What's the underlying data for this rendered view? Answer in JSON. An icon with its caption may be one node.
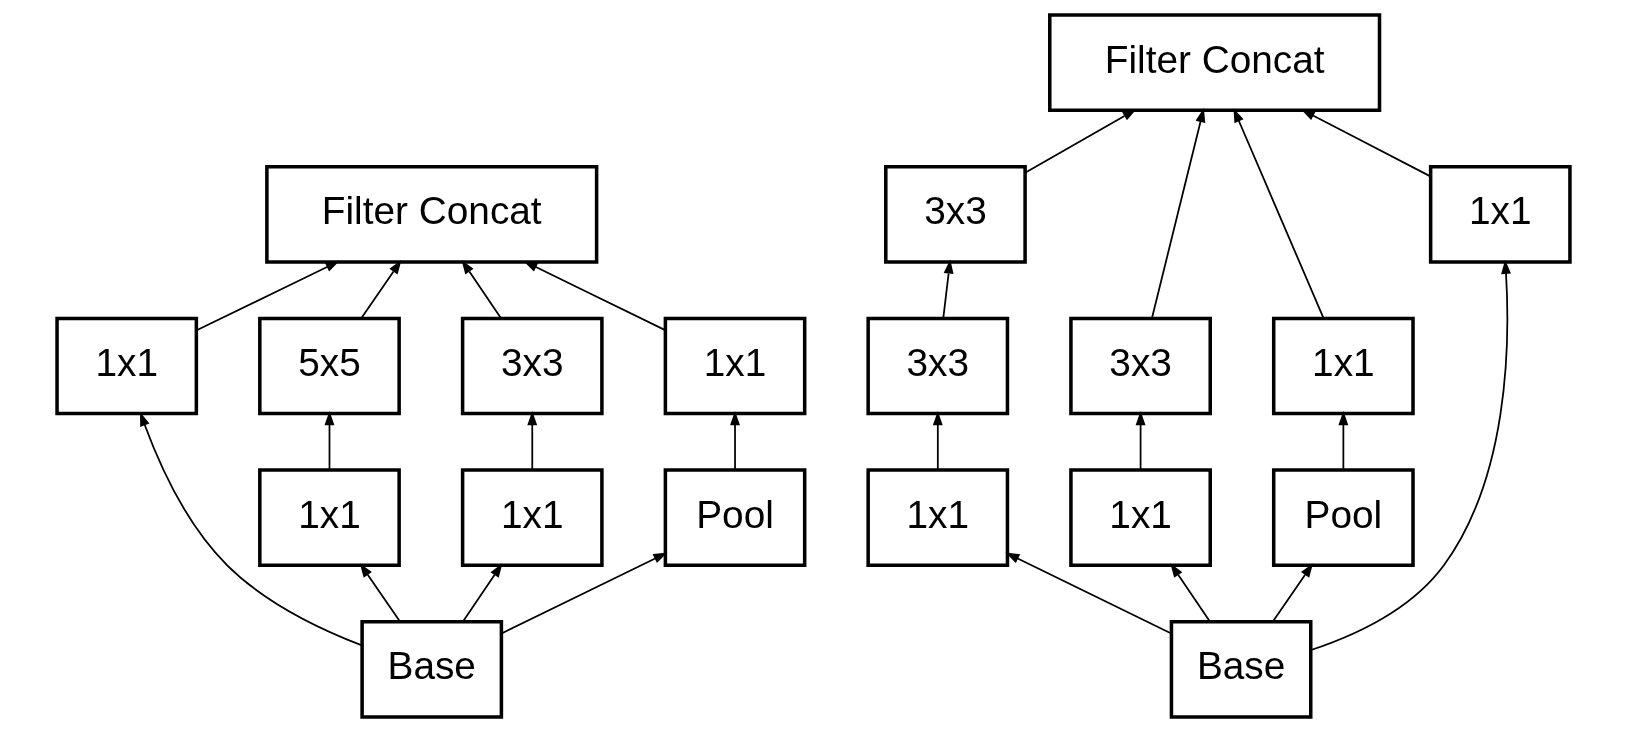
{
  "diagram": {
    "nodes": [
      {
        "text": [
          "Filter Concat"
        ]
      },
      {
        "text": [
          "5x5"
        ]
      },
      {
        "text": [
          "3x3"
        ]
      },
      {
        "text": [
          "1x1"
        ]
      },
      {
        "text": [
          "1x1"
        ]
      },
      {
        "text": [
          "1x1"
        ]
      },
      {
        "text": [
          "1x1"
        ]
      },
      {
        "text": [
          "Pool"
        ]
      },
      {
        "text": [
          "Base"
        ]
      },
      {
        "text": [
          "Filter Concat"
        ]
      },
      {
        "text": [
          "3x3"
        ]
      },
      {
        "text": [
          "3x3"
        ]
      },
      {
        "text": [
          "3x3"
        ]
      },
      {
        "text": [
          "1x1"
        ]
      },
      {
        "text": [
          "1x1"
        ]
      },
      {
        "text": [
          "1x1"
        ]
      },
      {
        "text": [
          "Pool"
        ]
      },
      {
        "text": [
          "1x1"
        ]
      },
      {
        "text": [
          "Base"
        ]
      }
    ],
    "edges": [
      {
        "from": 8,
        "to": 5,
        "arrow": "to"
      },
      {
        "from": 8,
        "to": 6,
        "arrow": "to"
      },
      {
        "from": 8,
        "to": 7,
        "arrow": "to"
      },
      {
        "from": 8,
        "to": 4,
        "arrow": "to"
      },
      {
        "from": 5,
        "to": 1,
        "arrow": "to"
      },
      {
        "from": 6,
        "to": 2,
        "arrow": "to"
      },
      {
        "from": 7,
        "to": 3,
        "arrow": "to"
      },
      {
        "from": 1,
        "to": 0,
        "arrow": "to"
      },
      {
        "from": 2,
        "to": 0,
        "arrow": "to"
      },
      {
        "from": 3,
        "to": 0,
        "arrow": "to"
      },
      {
        "from": 4,
        "to": 0,
        "arrow": "to"
      },
      {
        "from": 18,
        "to": 14,
        "arrow": "to"
      },
      {
        "from": 18,
        "to": 15,
        "arrow": "to"
      },
      {
        "from": 18,
        "to": 16,
        "arrow": "to"
      },
      {
        "from": 18,
        "to": 17,
        "arrow": "to"
      },
      {
        "from": 14,
        "to": 11,
        "arrow": "to"
      },
      {
        "from": 11,
        "to": 10,
        "arrow": "to"
      },
      {
        "from": 15,
        "to": 12,
        "arrow": "to"
      },
      {
        "from": 16,
        "to": 13,
        "arrow": "to"
      },
      {
        "from": 10,
        "to": 9,
        "arrow": "to"
      },
      {
        "from": 12,
        "to": 9,
        "arrow": "to"
      },
      {
        "from": 13,
        "to": 9,
        "arrow": "to"
      },
      {
        "from": 17,
        "to": 9,
        "arrow": "to"
      }
    ]
  }
}
